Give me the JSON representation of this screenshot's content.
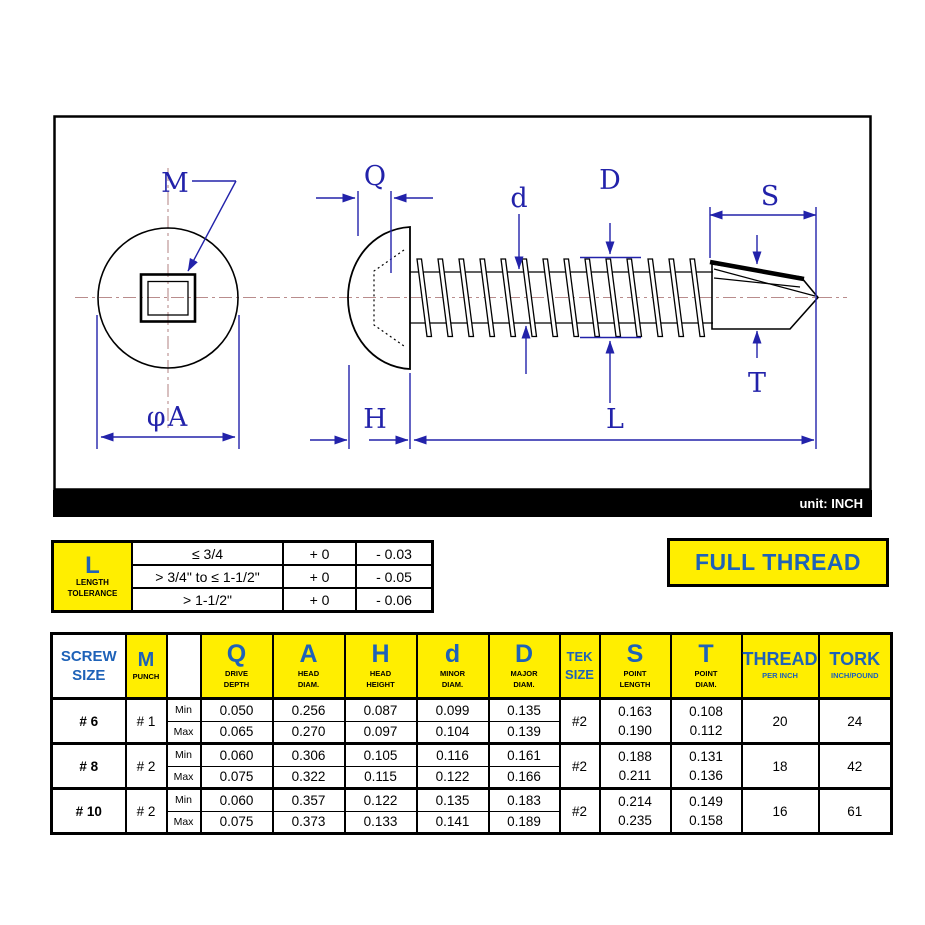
{
  "drawing": {
    "unit_note": "unit: INCH",
    "dim_labels": {
      "m": "M",
      "phi_a": "φA",
      "q": "Q",
      "h": "H",
      "d_minor": "d",
      "d_major": "D",
      "s": "S",
      "t": "T",
      "l": "L"
    }
  },
  "tolerance_table": {
    "title_letter": "L",
    "title_line1": "LENGTH",
    "title_line2": "TOLERANCE",
    "rows": [
      {
        "range": "≤ 3/4",
        "plus": "+ 0",
        "minus": "- 0.03"
      },
      {
        "range": "> 3/4\" to ≤ 1-1/2\"",
        "plus": "+ 0",
        "minus": "- 0.05"
      },
      {
        "range": "> 1-1/2\"",
        "plus": "+ 0",
        "minus": "- 0.06"
      }
    ]
  },
  "full_thread": {
    "label": "FULL THREAD"
  },
  "spec_table": {
    "min_label": "Min",
    "max_label": "Max",
    "headers": {
      "screw_size_1": "SCREW",
      "screw_size_2": "SIZE",
      "m_letter": "M",
      "m_sub": "PUNCH",
      "q_letter": "Q",
      "q_sub1": "DRIVE",
      "q_sub2": "DEPTH",
      "a_letter": "A",
      "a_sub1": "HEAD",
      "a_sub2": "DIAM.",
      "h_letter": "H",
      "h_sub1": "HEAD",
      "h_sub2": "HEIGHT",
      "d_letter": "d",
      "d_sub1": "MINOR",
      "d_sub2": "DIAM.",
      "dmaj_letter": "D",
      "dmaj_sub1": "MAJOR",
      "dmaj_sub2": "DIAM.",
      "tek_1": "TEK",
      "tek_2": "SIZE",
      "s_letter": "S",
      "s_sub1": "POINT",
      "s_sub2": "LENGTH",
      "t_letter": "T",
      "t_sub1": "POINT",
      "t_sub2": "DIAM.",
      "thread_word": "THREAD",
      "thread_sub": "PER INCH",
      "tork_word": "TORK",
      "tork_sub": "INCH/POUND"
    },
    "rows": [
      {
        "size": "# 6",
        "punch": "# 1",
        "q_min": "0.050",
        "q_max": "0.065",
        "a_min": "0.256",
        "a_max": "0.270",
        "h_min": "0.087",
        "h_max": "0.097",
        "d_min": "0.099",
        "d_max": "0.104",
        "D_min": "0.135",
        "D_max": "0.139",
        "tek": "#2",
        "s_min": "0.163",
        "s_max": "0.190",
        "t_min": "0.108",
        "t_max": "0.112",
        "thread": "20",
        "tork": "24"
      },
      {
        "size": "# 8",
        "punch": "# 2",
        "q_min": "0.060",
        "q_max": "0.075",
        "a_min": "0.306",
        "a_max": "0.322",
        "h_min": "0.105",
        "h_max": "0.115",
        "d_min": "0.116",
        "d_max": "0.122",
        "D_min": "0.161",
        "D_max": "0.166",
        "tek": "#2",
        "s_min": "0.188",
        "s_max": "0.211",
        "t_min": "0.131",
        "t_max": "0.136",
        "thread": "18",
        "tork": "42"
      },
      {
        "size": "# 10",
        "punch": "# 2",
        "q_min": "0.060",
        "q_max": "0.075",
        "a_min": "0.357",
        "a_max": "0.373",
        "h_min": "0.122",
        "h_max": "0.133",
        "d_min": "0.135",
        "d_max": "0.141",
        "D_min": "0.183",
        "D_max": "0.189",
        "tek": "#2",
        "s_min": "0.214",
        "s_max": "0.235",
        "t_min": "0.149",
        "t_max": "0.158",
        "thread": "16",
        "tork": "61"
      }
    ]
  }
}
